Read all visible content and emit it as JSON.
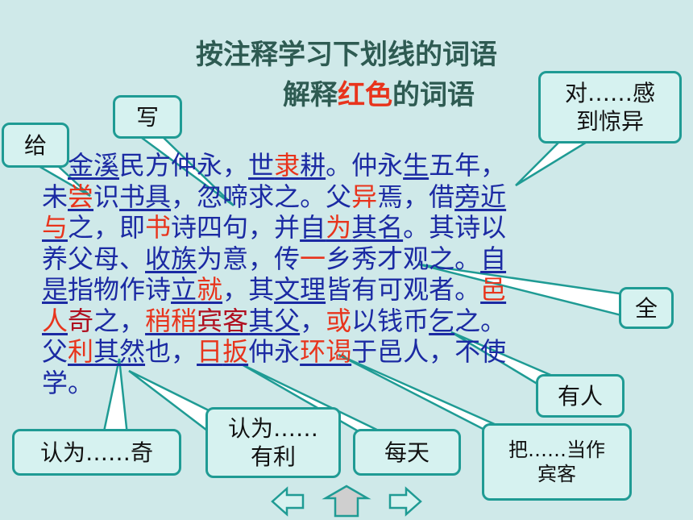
{
  "title_line1": "按注释学习下划线的词语",
  "title_line2_a": "解释",
  "title_line2_red": "红色",
  "title_line2_b": "的词语",
  "callouts": {
    "gei": "给",
    "xie": "写",
    "dui_gan": "对……感\n到惊异",
    "quan": "全",
    "you_ren": "有人",
    "ren_qi": "认为……奇",
    "ren_youli": "认为……\n有利",
    "mei_tian": "每天",
    "ba_dang": "把……当作\n宾客"
  },
  "passage": {
    "l1": [
      "　",
      "金溪",
      "民方仲永，",
      "世",
      "隶",
      "耕",
      "。仲永",
      "生",
      "五年，"
    ],
    "l2": [
      "未",
      "尝",
      "识",
      "书具",
      "，忽啼求之。父",
      "异",
      "焉，借",
      "旁近"
    ],
    "l3": [
      "与",
      "之，即",
      "书",
      "诗四句，并",
      "自",
      "为",
      "其名",
      "。其诗以"
    ],
    "l4": [
      "养父母、",
      "收族",
      "为意，传",
      "一",
      "乡秀才观之。",
      "自"
    ],
    "l5": [
      "是",
      "指物作诗",
      "立",
      "就",
      "，其",
      "文理",
      "皆有可观者。",
      "邑"
    ],
    "l6": [
      "人",
      "奇",
      "之，",
      "稍稍",
      "宾客",
      "其父",
      "，",
      "或",
      "以钱币",
      "乞",
      "之。"
    ],
    "l7": [
      "父",
      "利",
      "其然",
      "也，",
      "日",
      "扳",
      "仲永",
      "环谒",
      "于邑人，不使"
    ],
    "l8": [
      "学。"
    ]
  },
  "colors": {
    "background": "#cfe9e9",
    "title": "#2e5b52",
    "red": "#e8341c",
    "text": "#1b2aa3",
    "callout_border": "#1f9b94"
  },
  "nav": [
    "arrow-left-icon",
    "arrow-up-icon",
    "arrow-right-icon"
  ]
}
